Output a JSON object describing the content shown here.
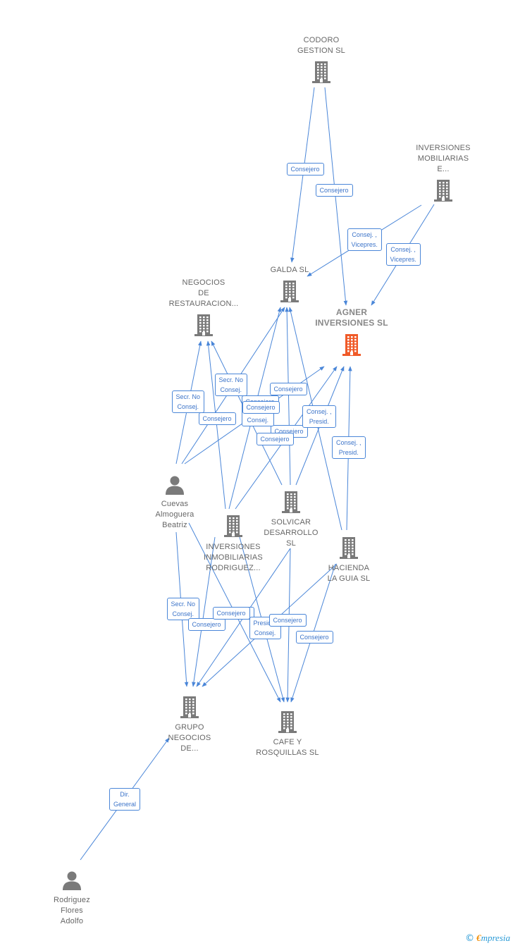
{
  "nodes": [
    {
      "id": "codoro",
      "type": "company",
      "label": "CODORO\nGESTION SL"
    },
    {
      "id": "invmob",
      "type": "company",
      "label": "INVERSIONES\nMOBILIARIAS\nE..."
    },
    {
      "id": "galda",
      "type": "company",
      "label": "GALDA SL"
    },
    {
      "id": "agner",
      "type": "company-focus",
      "label": "AGNER\nINVERSIONES SL"
    },
    {
      "id": "negocios",
      "type": "company",
      "label": "NEGOCIOS\nDE\nRESTAURACION..."
    },
    {
      "id": "cuevas",
      "type": "person",
      "label": "Cuevas\nAlmoguera\nBeatriz"
    },
    {
      "id": "invinm",
      "type": "company",
      "label": "INVERSIONES\nINMOBILIARIAS\nRODRIGUEZ..."
    },
    {
      "id": "solvicar",
      "type": "company",
      "label": "SOLVICAR\nDESARROLLO\nSL"
    },
    {
      "id": "hacienda",
      "type": "company",
      "label": "HACIENDA\nLA GUIA SL"
    },
    {
      "id": "grupo",
      "type": "company",
      "label": "GRUPO\nNEGOCIOS\nDE..."
    },
    {
      "id": "cafe",
      "type": "company",
      "label": "CAFE Y\nROSQUILLAS SL"
    },
    {
      "id": "rodriguez",
      "type": "person",
      "label": "Rodriguez\nFlores\nAdolfo"
    }
  ],
  "edges": [
    {
      "from": "codoro",
      "to": "galda",
      "label": "Consejero"
    },
    {
      "from": "codoro",
      "to": "agner",
      "label": "Consejero"
    },
    {
      "from": "invmob",
      "to": "galda",
      "label": "Consej. ,\nVicepres."
    },
    {
      "from": "invmob",
      "to": "agner",
      "label": "Consej. ,\nVicepres."
    },
    {
      "from": "cuevas",
      "to": "negocios",
      "label": "Secr.  No\nConsej."
    },
    {
      "from": "cuevas",
      "to": "galda",
      "label": "Consejero"
    },
    {
      "from": "cuevas",
      "to": "agner",
      "label": "Secr.  No\nConsej."
    },
    {
      "from": "invinm",
      "to": "negocios",
      "label": "Consejero"
    },
    {
      "from": "invinm",
      "to": "galda",
      "label": "Consejero"
    },
    {
      "from": "invinm",
      "to": "agner",
      "label": "Consejero"
    },
    {
      "from": "solvicar",
      "to": "negocios",
      "label": "Secr.  No\nConsej."
    },
    {
      "from": "solvicar",
      "to": "galda",
      "label": "Consejero"
    },
    {
      "from": "solvicar",
      "to": "agner",
      "label": "Consej. ,\nPresid."
    },
    {
      "from": "hacienda",
      "to": "galda",
      "label": "Consejero"
    },
    {
      "from": "hacienda",
      "to": "agner",
      "label": "Consej. ,\nPresid."
    },
    {
      "from": "cuevas",
      "to": "grupo",
      "label": "Secr.  No\nConsej."
    },
    {
      "from": "cuevas",
      "to": "cafe",
      "label": "Consejero"
    },
    {
      "from": "invinm",
      "to": "grupo",
      "label": "Consejero"
    },
    {
      "from": "invinm",
      "to": "cafe",
      "label": "Consejero"
    },
    {
      "from": "solvicar",
      "to": "grupo",
      "label": "Presid. ,\nConsej."
    },
    {
      "from": "solvicar",
      "to": "cafe",
      "label": "Consejero"
    },
    {
      "from": "hacienda",
      "to": "grupo",
      "label": "Consejero"
    },
    {
      "from": "hacienda",
      "to": "cafe",
      "label": "Consejero"
    },
    {
      "from": "rodriguez",
      "to": "grupo",
      "label": "Dir.\nGeneral"
    }
  ],
  "colors": {
    "edge": "#4a86d8",
    "company_icon": "#7a7a7a",
    "focus_icon": "#f05a28",
    "person_icon": "#7a7a7a"
  },
  "footer": {
    "copyright_symbol": "©",
    "brand_initial": "€",
    "brand_rest": "mpresia"
  }
}
